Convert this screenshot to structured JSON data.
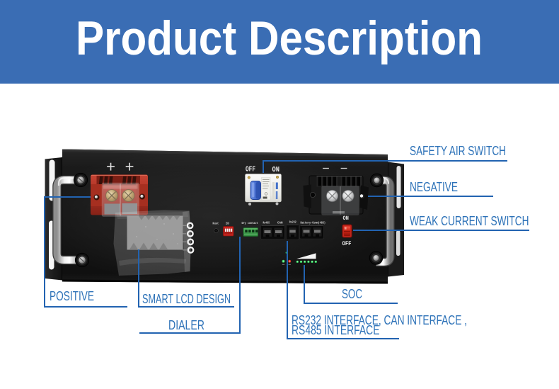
{
  "banner": {
    "title": "Product Description",
    "bg_color": "#3a6db4",
    "text_color": "#ffffff"
  },
  "callouts": {
    "text_color": "#2d72b8",
    "line_color": "#2263b1",
    "safety_air_switch": "SAFETY AIR SWITCH",
    "negative": "NEGATIVE",
    "weak_current_switch": "WEAK CURRENT SWITCH",
    "positive": "POSITIVE",
    "smart_lcd_design": "SMART LCD DESIGN",
    "dialer": "DIALER",
    "soc": "SOC",
    "rs232_line1": "RS232 INTERFACE, CAN INTERFACE ,",
    "rs232_line2": "RS485 INTERFACE"
  },
  "product": {
    "marks": {
      "plus": "+",
      "minus": "−"
    },
    "silkscreen": {
      "breaker_off": "OFF",
      "breaker_on": "ON",
      "reset": "Reset",
      "id": "ID",
      "dry_contact": "Dry contact",
      "rs485": "Rs485",
      "can": "CAN",
      "rs232": "Rs232",
      "battery_comm": "Battery-Comm(485)",
      "rocker_on": "ON",
      "rocker_off": "OFF"
    }
  }
}
